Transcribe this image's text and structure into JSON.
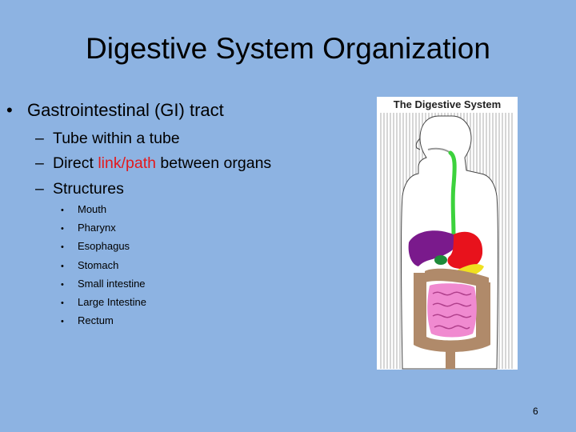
{
  "slide": {
    "title": "Digestive System Organization",
    "bullet_main": "Gastrointestinal (GI) tract",
    "sub_bullets": {
      "tube": "Tube within a tube",
      "direct_prefix": "Direct ",
      "direct_highlight": "link/path",
      "direct_suffix": " between organs",
      "structures": "Structures"
    },
    "structures": [
      "Mouth",
      "Pharynx",
      "Esophagus",
      "Stomach",
      "Small intestine",
      "Large Intestine",
      "Rectum"
    ],
    "figure_title": "The Digestive System",
    "page_number": "6"
  },
  "colors": {
    "background": "#8db3e2",
    "highlight": "#e3191c",
    "esophagus": "#3cd23c",
    "liver": "#7a1a8c",
    "stomach": "#e8121c",
    "pancreas": "#f0e020",
    "gallbladder": "#1e8a3a",
    "large_intestine": "#b08a6a",
    "small_intestine": "#f08ad0"
  }
}
